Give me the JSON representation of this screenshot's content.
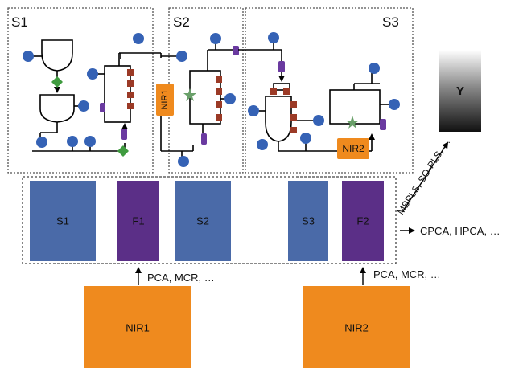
{
  "sections": [
    {
      "label": "S1"
    },
    {
      "label": "S2"
    },
    {
      "label": "S3"
    }
  ],
  "nir_tags": {
    "nir1": "NIR1",
    "nir2": "NIR2"
  },
  "y_label": "Y",
  "blocks": [
    {
      "label": "S1",
      "kind": "section"
    },
    {
      "label": "F1",
      "kind": "feature"
    },
    {
      "label": "S2",
      "kind": "section"
    },
    {
      "label": "S3",
      "kind": "section"
    },
    {
      "label": "F2",
      "kind": "feature"
    }
  ],
  "sources": [
    {
      "label": "NIR1",
      "method": "PCA, MCR, …"
    },
    {
      "label": "NIR2",
      "method": "PCA, MCR, …"
    }
  ],
  "arrows": {
    "right": "CPCA, HPCA, …",
    "diagonal": "MBPLS, SO-PLS, …"
  },
  "colors": {
    "section_block": "#4a6aa8",
    "feature_block": "#5b2f87",
    "nir": "#ef8a1e",
    "node": "#3562b5",
    "valve": "#9b3a26",
    "purple_tag": "#6a3aa0",
    "diamond": "#3f9b3f",
    "star": "#6aa06a"
  }
}
